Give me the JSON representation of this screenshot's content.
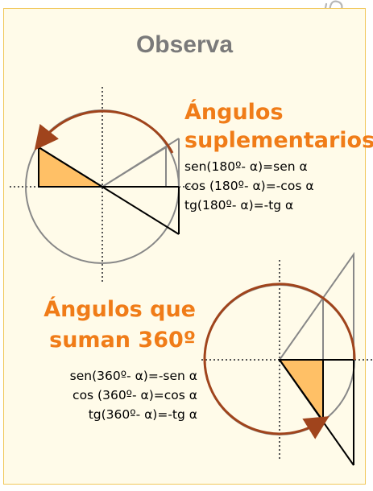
{
  "title": "Observa",
  "section_supplementary": {
    "heading_line1": "Ángulos",
    "heading_line2": "suplementarios",
    "formulas": [
      "sen(180º- α)=sen α",
      "cos (180º- α)=-cos α",
      "tg(180º- α)=-tg α"
    ]
  },
  "section_360": {
    "heading_line1": "Ángulos que",
    "heading_line2": "suman 360º",
    "formulas": [
      "sen(360º- α)=-sen α",
      "cos (360º- α)=cos α",
      "tg(360º- α)=-tg α"
    ]
  },
  "colors": {
    "accent": "#f07c18",
    "arc": "#a0441c",
    "triangle_fill": "#ffc066",
    "card_bg": "#fffbe9",
    "card_border": "#f1c85c"
  },
  "icons": [
    "paperclip-icon"
  ]
}
